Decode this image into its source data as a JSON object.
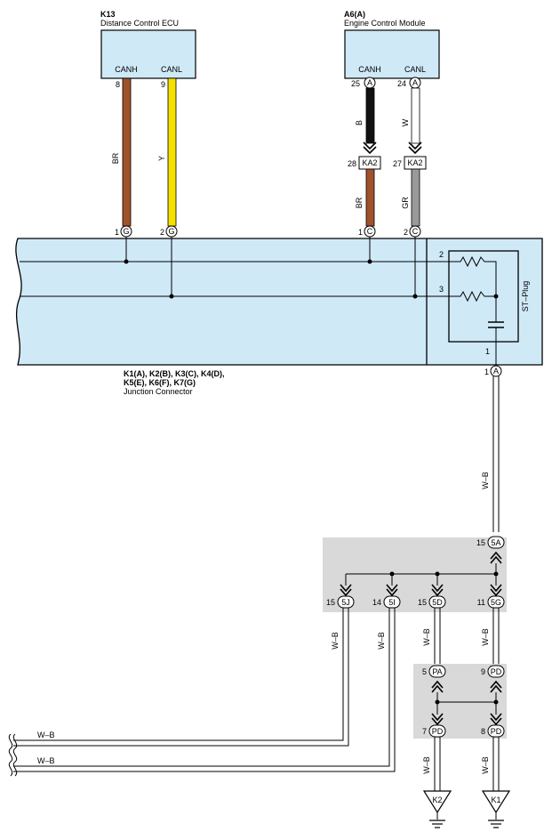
{
  "components": {
    "k13": {
      "code": "K13",
      "name": "Distance Control ECU",
      "pin_canh_label": "CANH",
      "pin_canl_label": "CANL",
      "pin_canh_no": "8",
      "pin_canl_no": "9"
    },
    "a6": {
      "code": "A6(A)",
      "name": "Engine Control Module",
      "pin_canh_label": "CANH",
      "pin_canl_label": "CANL",
      "pin_canh_no": "25",
      "pin_canl_no": "24",
      "pin_canh_conn": "A",
      "pin_canl_conn": "A"
    },
    "junction": {
      "codes_line1": "K1(A), K2(B), K3(C), K4(D),",
      "codes_line2": "K5(E), K6(F), K7(G)",
      "name": "Junction Connector"
    },
    "st_plug": {
      "label": "ST–Plug",
      "pin2": "2",
      "pin3": "3",
      "pin1": "1"
    }
  },
  "wires": {
    "k13_canh_color": "BR",
    "k13_canl_color": "Y",
    "a6_canh_color": "B",
    "a6_canl_color": "W",
    "ka2_canh_color": "BR",
    "ka2_canl_color": "GR",
    "ground_main": "W–B",
    "w5j": "W–B",
    "w5i": "W–B",
    "w5d": "W–B",
    "w5g": "W–B",
    "wpd7": "W–B",
    "wpd8": "W–B",
    "left_top": "W–B",
    "left_bottom": "W–B"
  },
  "connectors": {
    "ka2_left": {
      "pin": "28",
      "code": "KA2"
    },
    "ka2_right": {
      "pin": "27",
      "code": "KA2"
    },
    "jc_g1": {
      "pin": "1",
      "code": "G"
    },
    "jc_g2": {
      "pin": "2",
      "code": "G"
    },
    "jc_c1": {
      "pin": "1",
      "code": "C"
    },
    "jc_c2": {
      "pin": "2",
      "code": "C"
    },
    "jc_a1": {
      "pin": "1",
      "code": "A"
    },
    "c5a": {
      "pin": "15",
      "code": "5A"
    },
    "c5j": {
      "pin": "15",
      "code": "5J"
    },
    "c5i": {
      "pin": "14",
      "code": "5I"
    },
    "c5d": {
      "pin": "15",
      "code": "5D"
    },
    "c5g": {
      "pin": "11",
      "code": "5G"
    },
    "cpa": {
      "pin": "5",
      "code": "PA"
    },
    "cpd9": {
      "pin": "9",
      "code": "PD"
    },
    "cpd7": {
      "pin": "7",
      "code": "PD"
    },
    "cpd8": {
      "pin": "8",
      "code": "PD"
    }
  },
  "grounds": {
    "k2": "K2",
    "k1": "K1"
  },
  "colors": {
    "brown": "#a0522d",
    "yellow": "#f5e000",
    "black": "#111111",
    "white": "#ffffff",
    "gray": "#9a9a9a",
    "junction_fill": "#cfe9f7",
    "splice_fill": "#d9d9d9"
  }
}
